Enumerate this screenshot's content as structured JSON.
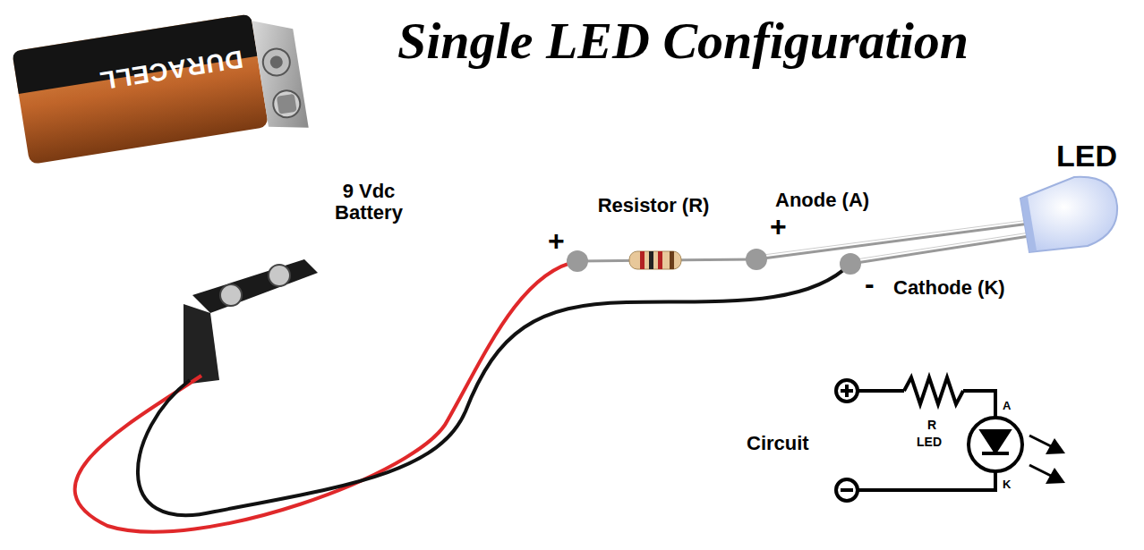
{
  "diagram": {
    "title": "Single LED Configuration",
    "labels": [
      "DURACELL",
      "9 Vdc Battery",
      "+",
      "Resistor (R)",
      "+",
      "Anode (A)",
      "LED",
      "-",
      "Cathode (K)",
      "Circuit",
      "R",
      "LED",
      "A",
      "K"
    ]
  }
}
